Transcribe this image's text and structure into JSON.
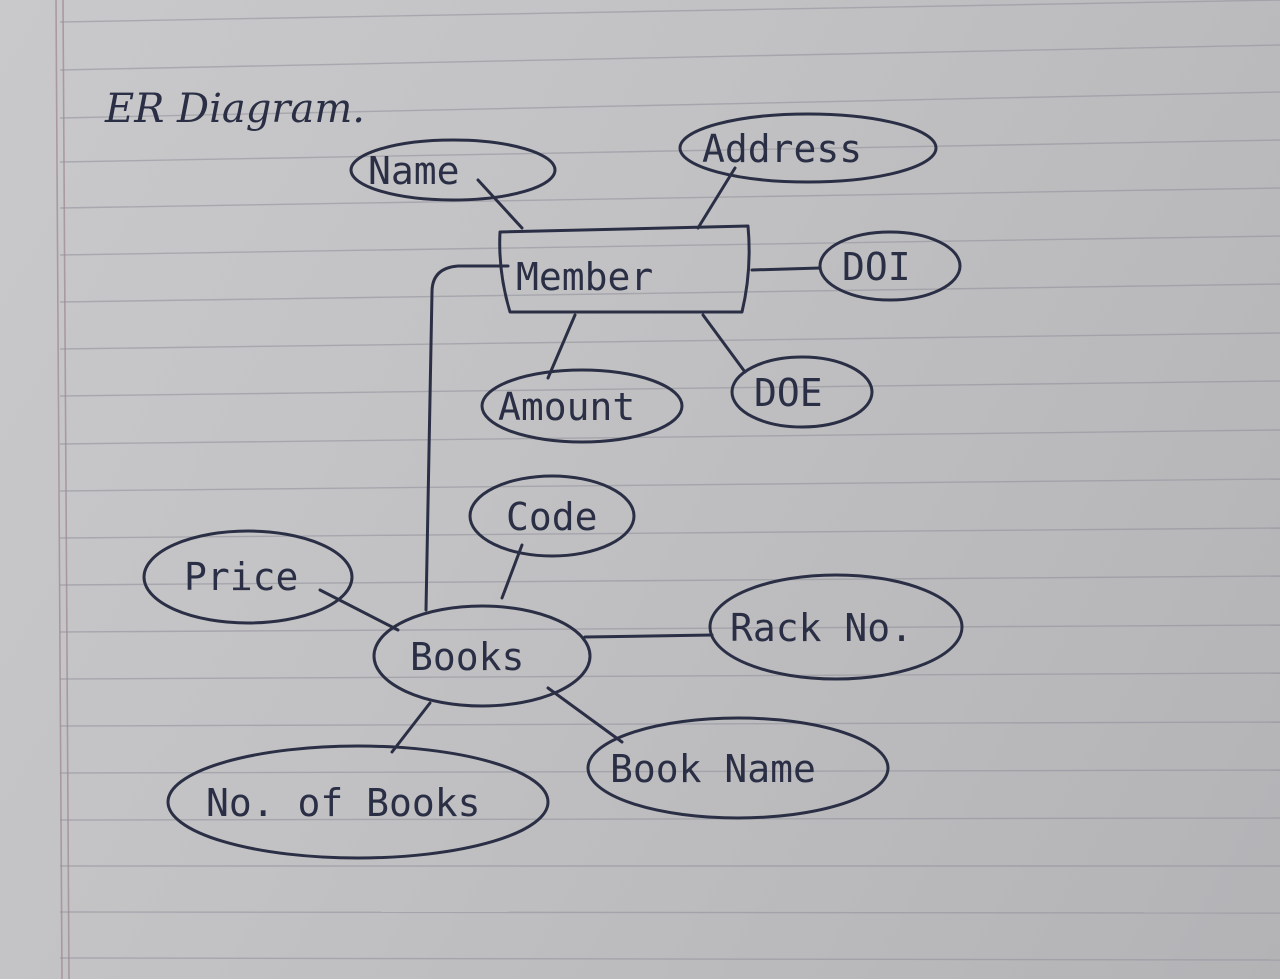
{
  "title": "ER Diagram.",
  "entities": {
    "member": "Member",
    "books": "Books"
  },
  "attributes": {
    "name": "Name",
    "address": "Address",
    "doi": "DOI",
    "amount": "Amount",
    "doe": "DOE",
    "code": "Code",
    "price": "Price",
    "rack_no": "Rack No.",
    "no_of_books": "No. of Books",
    "book_name": "Book Name"
  },
  "ink_color": "#2b2f45"
}
